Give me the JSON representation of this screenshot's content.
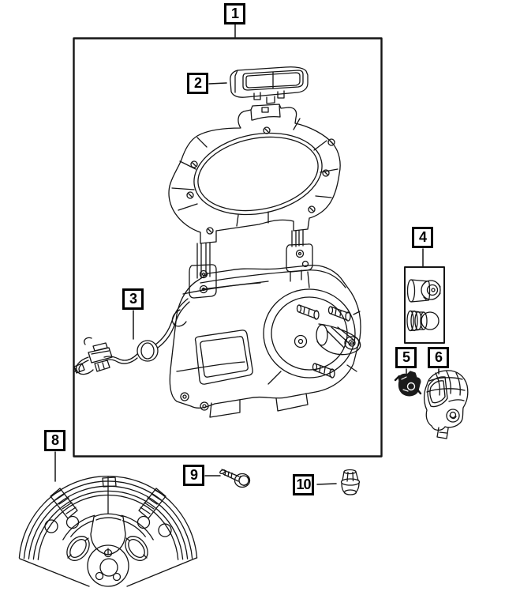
{
  "figure": {
    "type": "exploded-parts-diagram",
    "background": "#ffffff",
    "line_color": "#151515",
    "callouts": [
      {
        "number": "1",
        "figure": "main-assembly-box"
      },
      {
        "number": "2",
        "figure": "third-brake-lamp"
      },
      {
        "number": "3",
        "figure": "camera-wiring-harness"
      },
      {
        "number": "4",
        "figure": "hardware-set"
      },
      {
        "number": "5",
        "figure": "rear-camera"
      },
      {
        "number": "6",
        "figure": "camera-housing"
      },
      {
        "number": "8",
        "figure": "spare-wheel"
      },
      {
        "number": "9",
        "figure": "mounting-bolt"
      },
      {
        "number": "10",
        "figure": "lug-nut"
      }
    ]
  }
}
